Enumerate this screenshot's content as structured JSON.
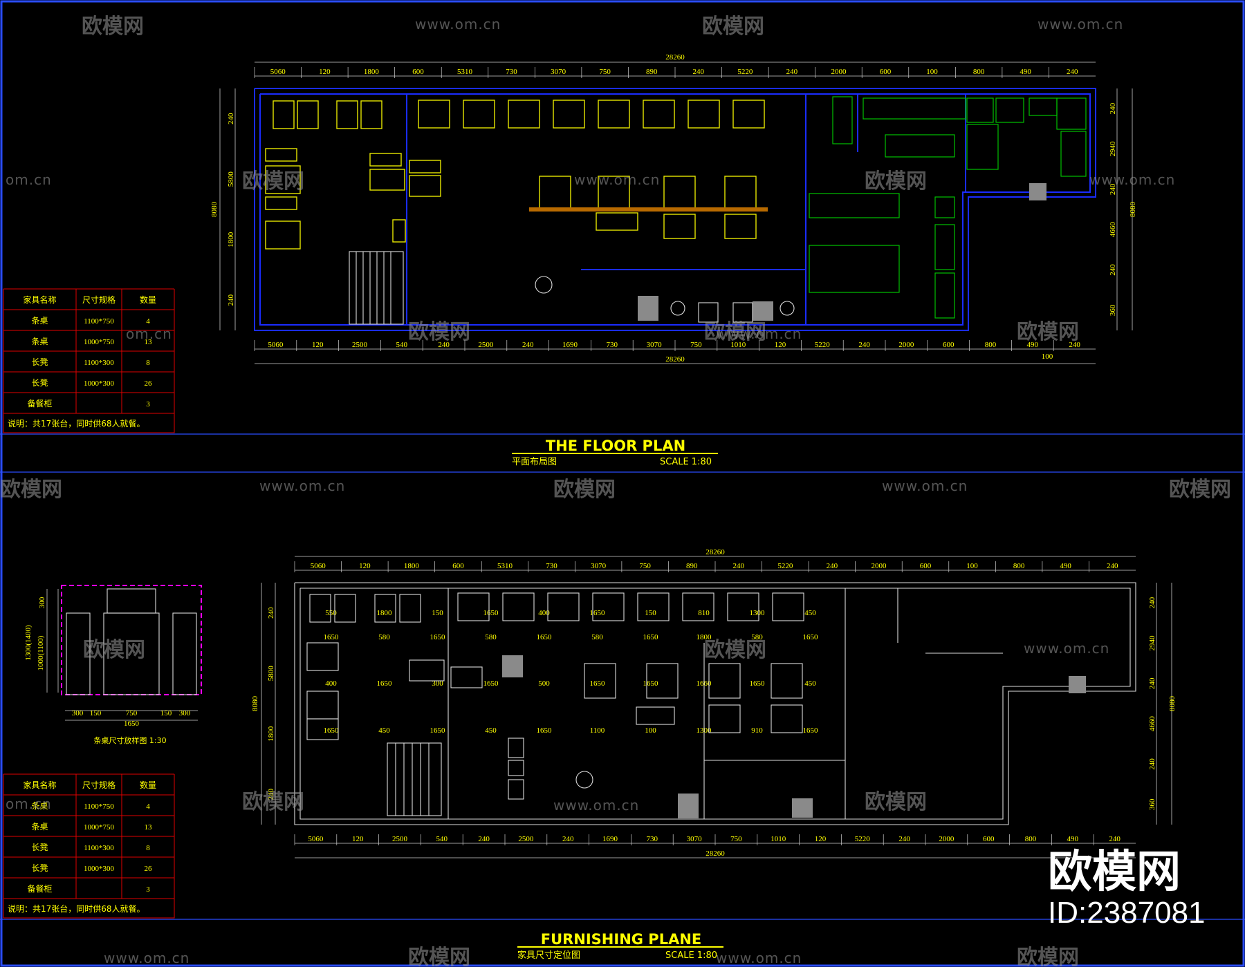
{
  "colors": {
    "background": "#000000",
    "wall": "#1a2cff",
    "furniture": "#e6e600",
    "annotation": "#ffff00",
    "table_grid": "#e00000",
    "accent_green": "#00c000"
  },
  "plans": [
    {
      "title": "THE FLOOR PLAN",
      "subtitle": "平面布局图",
      "scale": "SCALE  1:80",
      "total": "28260",
      "height": "8080",
      "top_dims": [
        "5060",
        "120",
        "1800",
        "600",
        "5310",
        "730",
        "3070",
        "750",
        "890",
        "240",
        "5220",
        "240",
        "2000",
        "600",
        "100",
        "800",
        "490",
        "240"
      ],
      "bottom_dims": [
        "5060",
        "120",
        "2500",
        "540",
        "240",
        "2500",
        "240",
        "1690",
        "730",
        "3070",
        "750",
        "1010",
        "120",
        "5220",
        "240",
        "2000",
        "600",
        "800",
        "490",
        "240"
      ],
      "left_dims": [
        "240",
        "5800",
        "1800",
        "240"
      ],
      "right_dims": [
        "240",
        "2940",
        "240",
        "4660",
        "240",
        "360",
        "8080"
      ],
      "extra": [
        "100"
      ]
    },
    {
      "title": "FURNISHING PLANE",
      "subtitle": "家具尺寸定位图",
      "scale": "SCALE  1:80",
      "total": "28260",
      "height": "8080",
      "top_dims": [
        "5060",
        "120",
        "1800",
        "600",
        "5310",
        "730",
        "3070",
        "750",
        "890",
        "240",
        "5220",
        "240",
        "2000",
        "600",
        "100",
        "800",
        "490",
        "240"
      ],
      "bottom_dims": [
        "5060",
        "120",
        "2500",
        "540",
        "240",
        "2500",
        "240",
        "1690",
        "730",
        "3070",
        "750",
        "1010",
        "120",
        "5220",
        "240",
        "2000",
        "600",
        "800",
        "490",
        "240"
      ],
      "left_dims": [
        "240",
        "5800",
        "1800",
        "240"
      ],
      "right_dims": [
        "240",
        "2940",
        "240",
        "4660",
        "240",
        "360",
        "8080"
      ],
      "inner_dims": [
        "550",
        "1800",
        "150",
        "1650",
        "400",
        "1650",
        "150",
        "810",
        "1300",
        "450",
        "1650",
        "580",
        "1650",
        "580",
        "1650",
        "580",
        "1650",
        "1800",
        "580",
        "1650",
        "400",
        "1650",
        "300",
        "1650",
        "500",
        "1650",
        "1650",
        "1660",
        "1650",
        "450",
        "1650",
        "450",
        "1650",
        "450",
        "1650",
        "1100",
        "100",
        "1300",
        "910",
        "1650"
      ]
    }
  ],
  "detail": {
    "caption": "条桌尺寸放样图  1:30",
    "height_label": "1300(1400)",
    "inner_label": "1000(1100)",
    "top_label": "300",
    "bottom_dims": [
      "300",
      "150",
      "750",
      "150",
      "300"
    ],
    "total": "1650"
  },
  "tables": [
    {
      "headers": [
        "家具名称",
        "尺寸规格",
        "数量"
      ],
      "rows": [
        [
          "条桌",
          "1100*750",
          "4"
        ],
        [
          "条桌",
          "1000*750",
          "13"
        ],
        [
          "长凳",
          "1100*300",
          "8"
        ],
        [
          "长凳",
          "1000*300",
          "26"
        ],
        [
          "备餐柜",
          "",
          "3"
        ]
      ],
      "note": "说明：共17张台，同时供68人就餐。"
    },
    {
      "headers": [
        "家具名称",
        "尺寸规格",
        "数量"
      ],
      "rows": [
        [
          "条桌",
          "1100*750",
          "4"
        ],
        [
          "条桌",
          "1000*750",
          "13"
        ],
        [
          "长凳",
          "1100*300",
          "8"
        ],
        [
          "长凳",
          "1000*300",
          "26"
        ],
        [
          "备餐柜",
          "",
          "3"
        ]
      ],
      "note": "说明：共17张台，同时供68人就餐。"
    }
  ],
  "watermark": {
    "logo": "欧模网",
    "url": "www.om.cn",
    "partial": "om.cn"
  },
  "brand": {
    "name": "欧模网",
    "id": "ID:2387081"
  }
}
